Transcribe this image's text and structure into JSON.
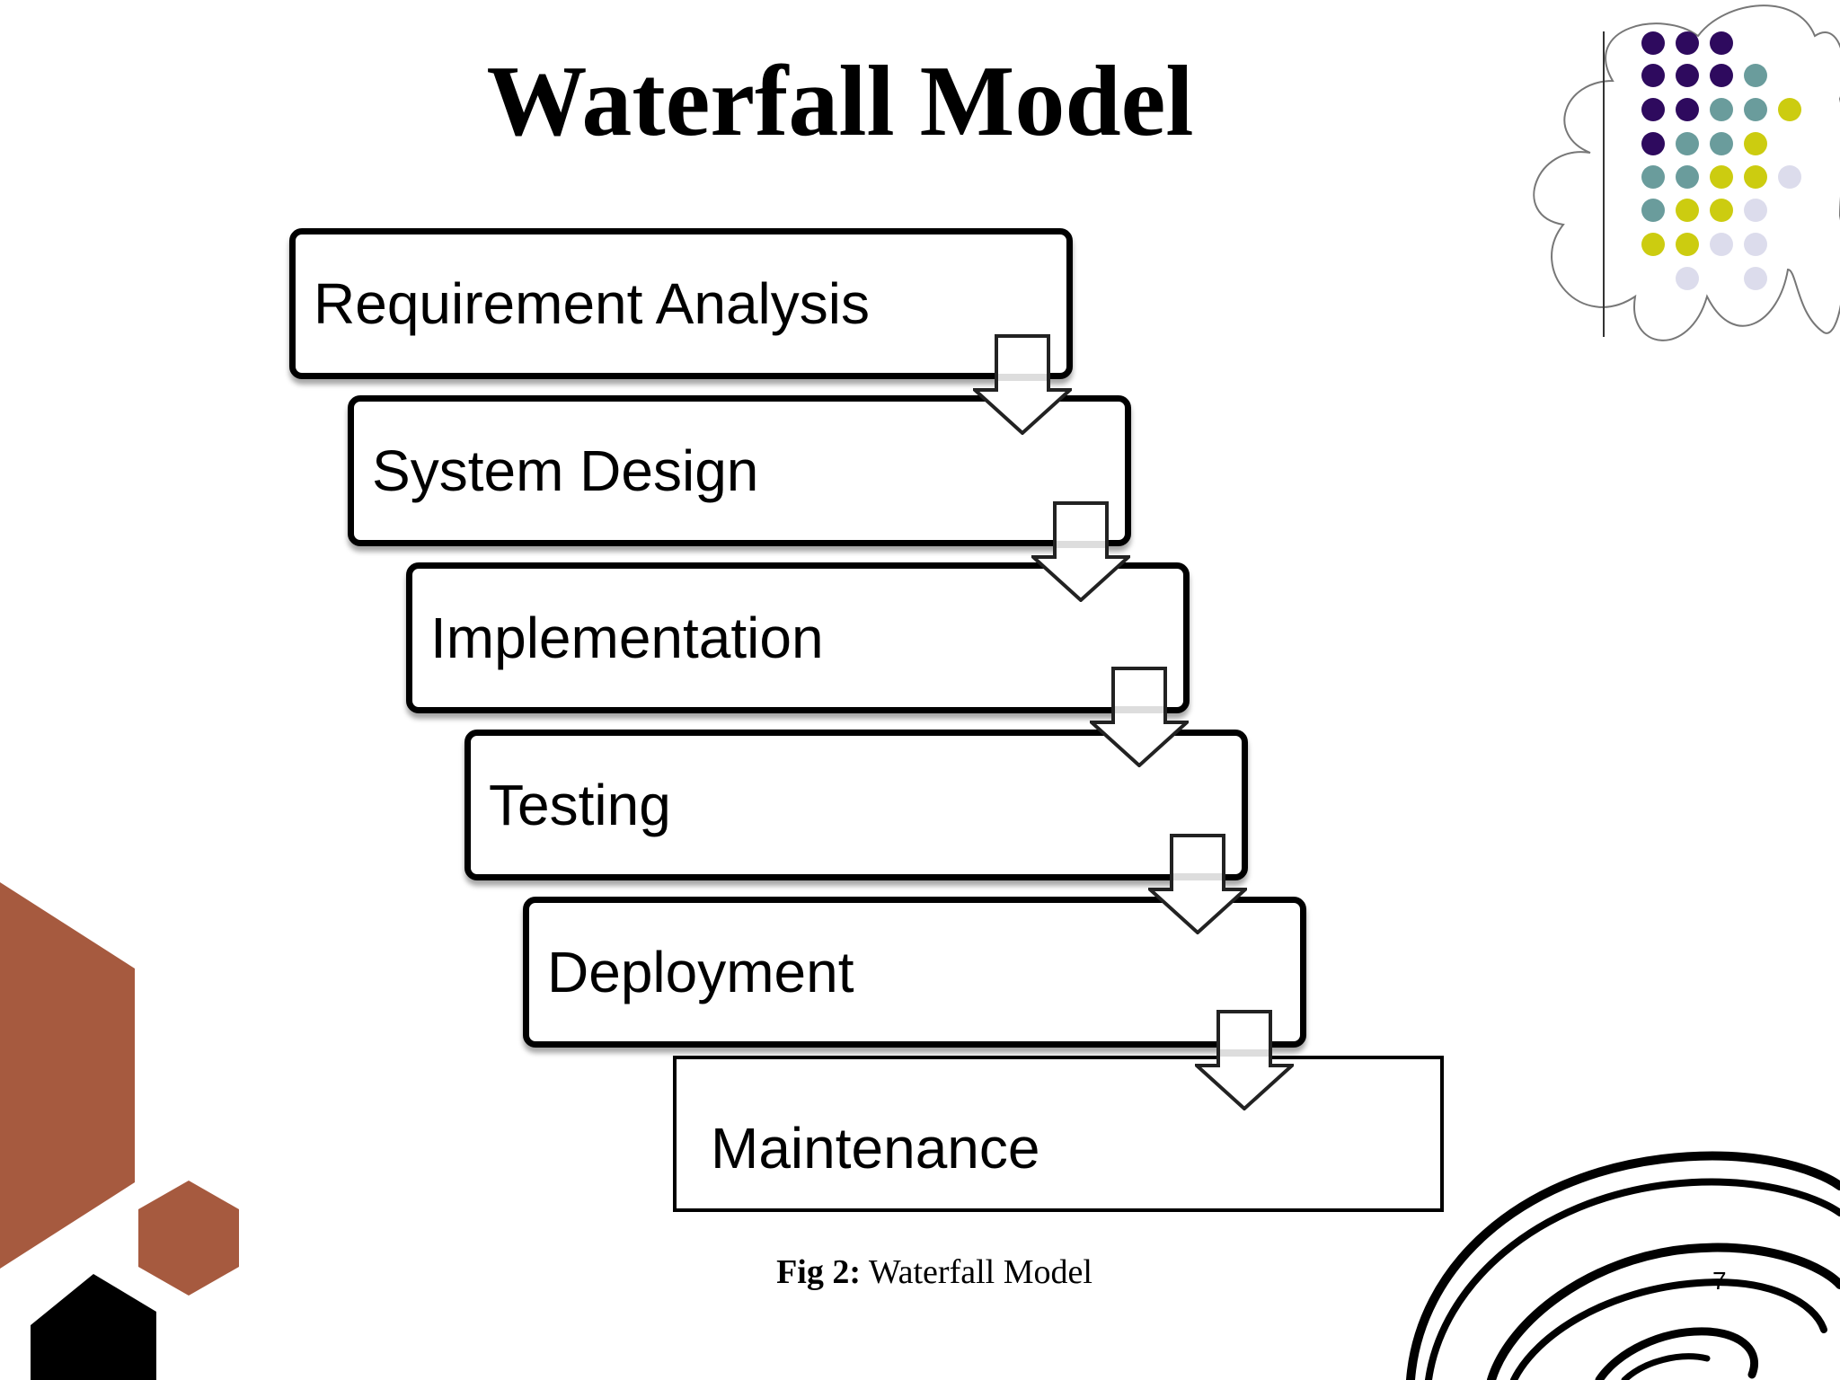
{
  "slide": {
    "title": "Waterfall Model",
    "steps": [
      {
        "label": "Requirement Analysis"
      },
      {
        "label": "System Design"
      },
      {
        "label": "Implementation"
      },
      {
        "label": "Testing"
      },
      {
        "label": "Deployment"
      },
      {
        "label": "Maintenance"
      }
    ],
    "caption": {
      "prefix": "Fig 2:",
      "text": " Waterfall Model"
    },
    "page_number": "7"
  },
  "colors": {
    "hex_brown": "#A65A3F",
    "dot_purple": "#2E0A5E",
    "dot_teal": "#6A9C9C",
    "dot_yellow": "#CCCC10",
    "dot_lavender": "#DCDCEC"
  },
  "icons": [
    "down-arrow-icon",
    "hexagon-decoration",
    "dot-grid-decoration",
    "swirl-decoration"
  ]
}
